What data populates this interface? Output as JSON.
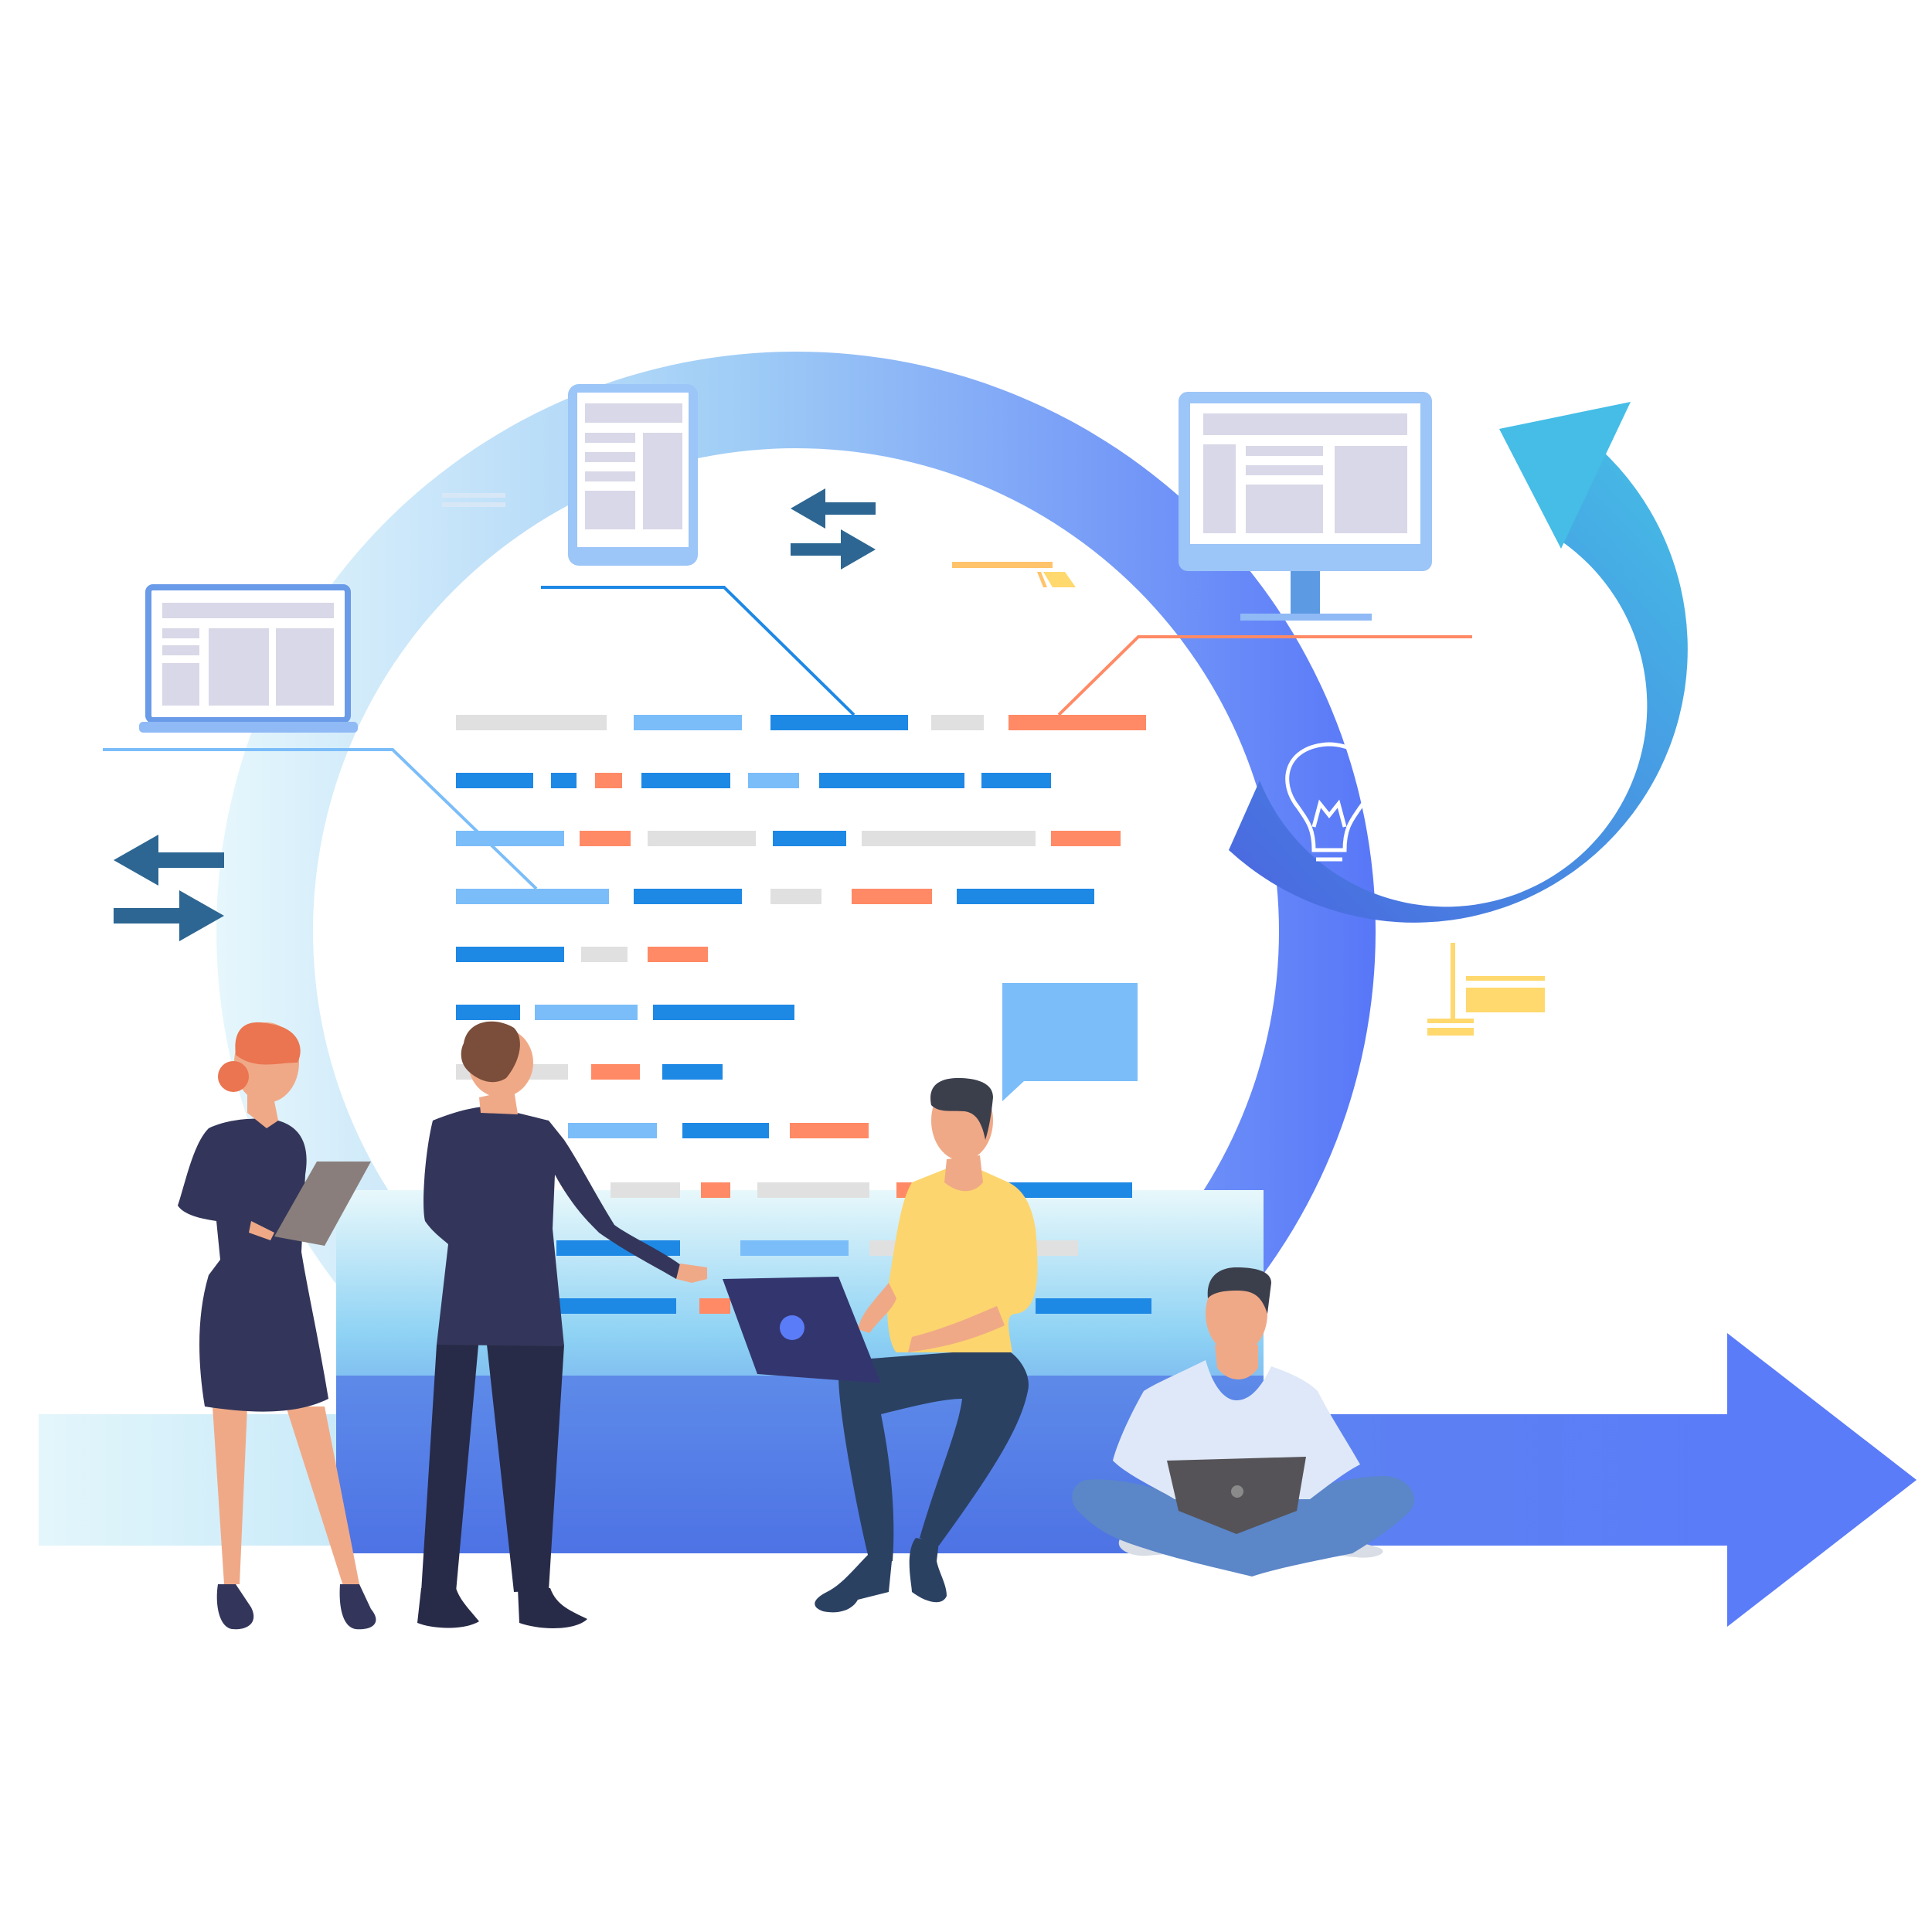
{
  "illustration": {
    "palette": {
      "background": "#ffffff",
      "cycle_gradient_start": "#e3f6fb",
      "cycle_gradient_mid": "#8cc3f4",
      "cycle_gradient_end": "#5a79f8",
      "loop_arrow_start": "#45bde6",
      "loop_arrow_end": "#4a6ae0",
      "forward_arrow": "#5b7cf8",
      "code_dark_blue": "#1e88e5",
      "code_light_blue": "#7bbdf9",
      "code_orange": "#ff8a65",
      "code_gray": "#e0e0e0",
      "device_frame": "#8fbaf5",
      "device_screen_block": "#d8d8e8",
      "navy_suit": "#33365a",
      "skin": "#f0a987",
      "yellow_shirt": "#fcd56e",
      "dark_hair": "#3b3f4c",
      "orange_hair": "#ea7550",
      "jeans": "#5b86c8",
      "accent_yellow": "#ffd86e",
      "arrow_icon_dark": "#2d6692"
    },
    "icons": [
      "laptop-icon",
      "tablet-icon",
      "monitor-icon",
      "lightbulb-icon",
      "swap-arrows-icon",
      "chat-bubble-icon",
      "loop-arrow-icon",
      "forward-arrow-icon"
    ],
    "people": [
      "woman-with-tablet",
      "man-in-suit-pointing",
      "man-with-laptop-seated",
      "man-sitting-cross-legged"
    ]
  }
}
